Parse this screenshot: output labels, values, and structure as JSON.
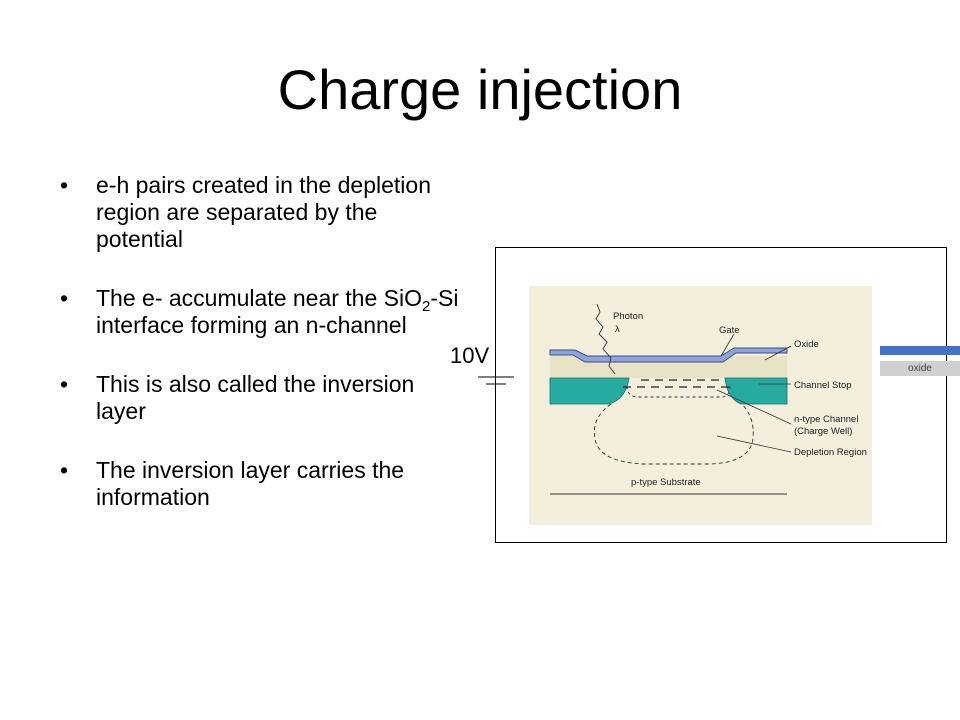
{
  "title": "Charge injection",
  "bullets": [
    {
      "segments": [
        {
          "text": "e-h pairs created in the depletion region are separated by the potential"
        }
      ]
    },
    {
      "segments": [
        {
          "text": "The e- accumulate near the SiO"
        },
        {
          "text": "2",
          "sub": true
        },
        {
          "text": "-Si interface forming an n-channel"
        }
      ]
    },
    {
      "segments": [
        {
          "text": "This is also called the inversion layer"
        }
      ]
    },
    {
      "segments": [
        {
          "text": "The inversion layer carries the information"
        }
      ]
    }
  ],
  "bullet_symbol": "•",
  "voltage": "10V",
  "legend": {
    "oxide": "oxide"
  },
  "diagram": {
    "labels": {
      "photon": "Photon",
      "lambda": "λ",
      "gate": "Gate",
      "oxide": "Oxide",
      "channel_stop": "Channel Stop",
      "n_channel_line1": "n-type Channel",
      "n_channel_line2": "(Charge Well)",
      "depletion": "Depletion Region",
      "substrate": "p-type Substrate"
    },
    "colors": {
      "panel": "#f3efdc",
      "oxide": "#e8e2c6",
      "gate": "#8fa3d6",
      "gate_edge": "#3a4f8e",
      "channel_stop": "#27aaa0",
      "legend_bar": "#4472c4"
    }
  }
}
